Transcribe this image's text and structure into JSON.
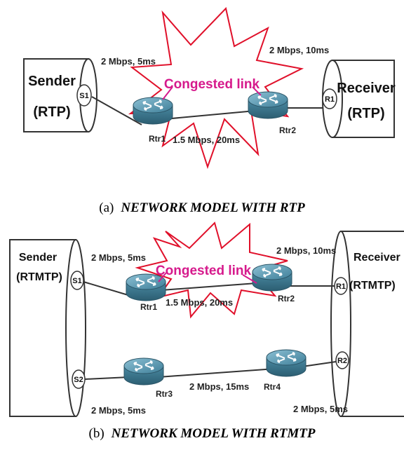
{
  "diagram_a": {
    "caption_tag": "(a)",
    "caption_text": "NETWORK MODEL WITH RTP",
    "sender_line1": "Sender",
    "sender_line2": "(RTP)",
    "sender_port": "S1",
    "receiver_line1": "Receiver",
    "receiver_line2": "(RTP)",
    "receiver_port": "R1",
    "link_sender_rtr1": "2 Mbps, 5ms",
    "link_rtr2_receiver": "2 Mbps, 10ms",
    "link_rtr1_rtr2": "1.5 Mbps, 20ms",
    "congested_label": "Congested link",
    "router1": "Rtr1",
    "router2": "Rtr2"
  },
  "diagram_b": {
    "caption_tag": "(b)",
    "caption_text": "NETWORK MODEL WITH RTMTP",
    "sender_line1": "Sender",
    "sender_line2": "(RTMTP)",
    "sender_port1": "S1",
    "sender_port2": "S2",
    "receiver_line1": "Receiver",
    "receiver_line2": "(RTMTP)",
    "receiver_port1": "R1",
    "receiver_port2": "R2",
    "link_s1_rtr1": "2 Mbps, 5ms",
    "link_rtr2_r1": "2 Mbps, 10ms",
    "link_rtr1_rtr2": "1.5 Mbps, 20ms",
    "link_s2_rtr3": "2 Mbps, 5ms",
    "link_rtr3_rtr4": "2 Mbps, 15ms",
    "link_rtr4_r2": "2 Mbps, 5ms",
    "congested_label": "Congested link",
    "router1": "Rtr1",
    "router2": "Rtr2",
    "router3": "Rtr3",
    "router4": "Rtr4"
  },
  "colors": {
    "burst_stroke": "#e0102a",
    "congested_text": "#d61a8c",
    "router_fill": "#4f8fa8"
  }
}
